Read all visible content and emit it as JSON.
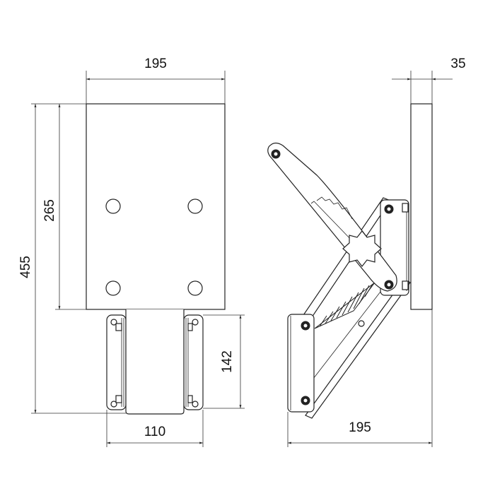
{
  "drawing": {
    "front_view": {
      "width_label": "195",
      "total_height_label": "455",
      "plate_height_label": "265",
      "bracket_height_label": "142",
      "bracket_width_label": "110"
    },
    "side_view": {
      "plate_thickness_label": "35",
      "projection_label": "195"
    }
  }
}
